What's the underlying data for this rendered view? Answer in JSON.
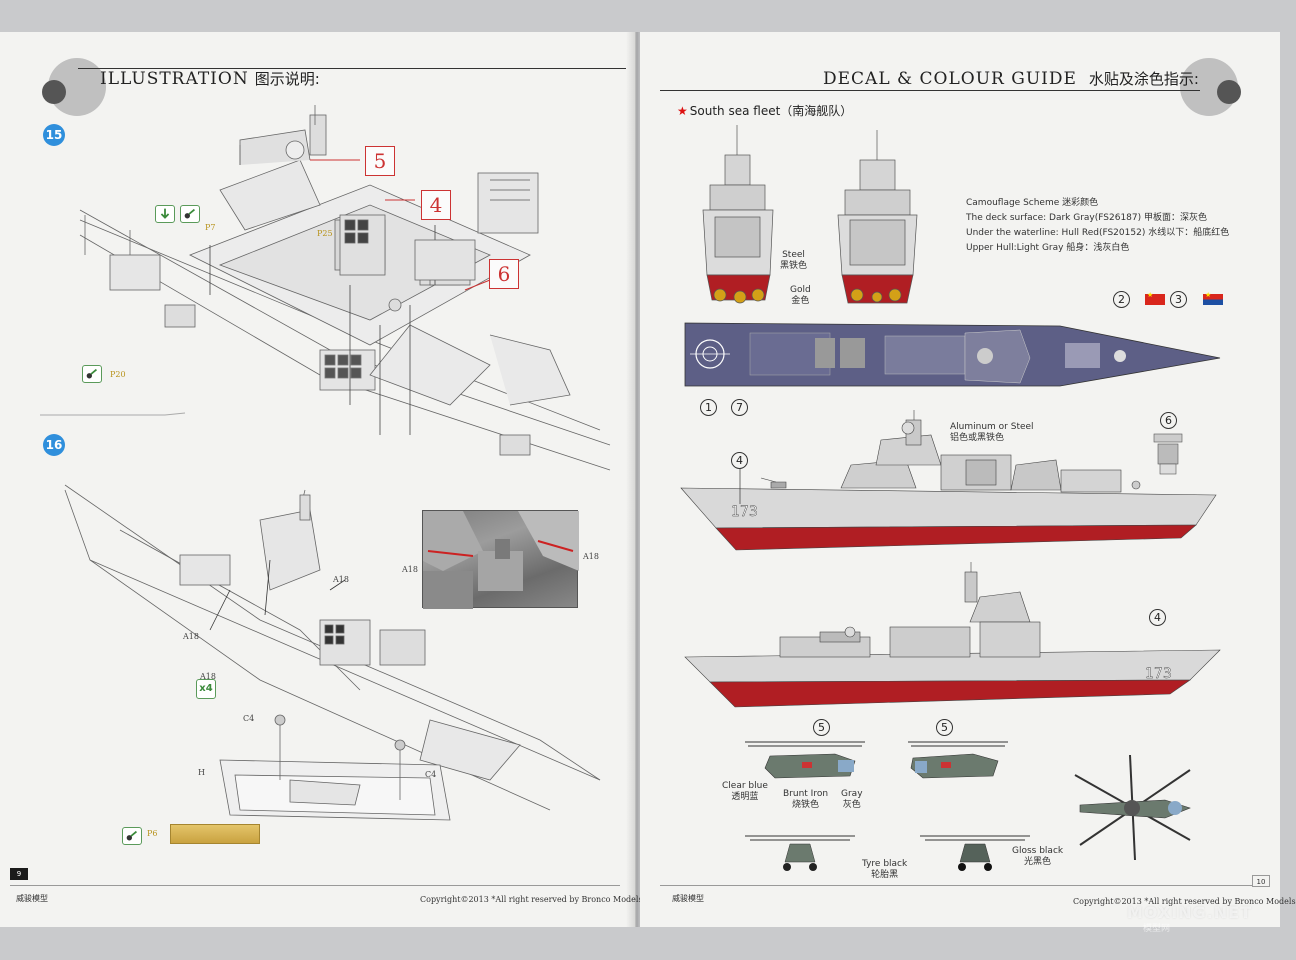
{
  "left_page": {
    "title_en": "ILLUSTRATION",
    "title_cn": "图示说明:",
    "steps": [
      "15",
      "16"
    ],
    "callouts": [
      "5",
      "4",
      "6"
    ],
    "part_labels": {
      "p7": "P7",
      "p25": "P25",
      "p20": "P20",
      "a18_1": "A18",
      "a18_2": "A18",
      "a18_3": "A18",
      "a18_4": "A18",
      "a18_5": "A18",
      "c4_1": "C4",
      "c4_2": "C4",
      "h": "H",
      "p6": "P6"
    },
    "qty": "x4",
    "footer_left": "威骏模型",
    "footer_right": "Copyright©2013  *All right reserved by Bronco Models",
    "page_number": "9"
  },
  "right_page": {
    "title_en": "DECAL & COLOUR GUIDE",
    "title_cn": "水贴及涂色指示:",
    "fleet": "South sea fleet（南海舰队）",
    "scheme": [
      "Camouflage Scheme  迷彩颜色",
      "The deck surface: Dark Gray(FS26187)  甲板面：深灰色",
      "Under the waterline: Hull Red(FS20152)  水线以下：船底红色",
      "Upper Hull:Light Gray  船身：浅灰白色"
    ],
    "labels": {
      "steel": "Steel\n黑铁色",
      "gold": "Gold\n金色",
      "aluminum": "Aluminum or Steel\n铝色或黑铁色",
      "clear_blue": "Clear blue\n透明蓝",
      "brunt_iron": "Brunt Iron\n烧铁色",
      "gray": "Gray\n灰色",
      "tyre_black": "Tyre black\n轮胎黑",
      "gloss_black": "Gloss black\n光黑色"
    },
    "decal_numbers": [
      "2",
      "3",
      "1",
      "7",
      "6",
      "4",
      "4",
      "5",
      "5"
    ],
    "hull_number": "173",
    "footer_left": "威骏模型",
    "footer_right": "Copyright©2013  *All right reserved by Bronco Models",
    "page_number": "10",
    "watermark": "MOXING.NET",
    "watermark_sub": "模型网"
  },
  "colors": {
    "hull_red": "#b01e23",
    "deck_gray": "#5d5f86",
    "light_gray": "#d8d8d8",
    "step_blue": "#2f8fdc",
    "callout_red": "#cc3333"
  }
}
